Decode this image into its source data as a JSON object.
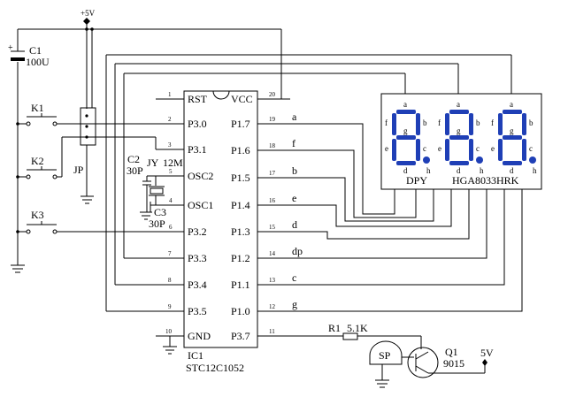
{
  "supply": {
    "top": "+5V",
    "bottom_right": "5V"
  },
  "chip": {
    "ref": "IC1",
    "part": "STC12C1052",
    "left_pins": [
      {
        "num": "1",
        "name": "RST"
      },
      {
        "num": "2",
        "name": "P3.0"
      },
      {
        "num": "3",
        "name": "P3.1"
      },
      {
        "num": "5",
        "name": "OSC2"
      },
      {
        "num": "4",
        "name": "OSC1"
      },
      {
        "num": "6",
        "name": "P3.2"
      },
      {
        "num": "7",
        "name": "P3.3"
      },
      {
        "num": "8",
        "name": "P3.4"
      },
      {
        "num": "9",
        "name": "P3.5"
      },
      {
        "num": "10",
        "name": "GND"
      }
    ],
    "right_pins": [
      {
        "num": "20",
        "name": "VCC",
        "net": ""
      },
      {
        "num": "19",
        "name": "P1.7",
        "net": "a"
      },
      {
        "num": "18",
        "name": "P1.6",
        "net": "f"
      },
      {
        "num": "17",
        "name": "P1.5",
        "net": "b"
      },
      {
        "num": "16",
        "name": "P1.4",
        "net": "e"
      },
      {
        "num": "15",
        "name": "P1.3",
        "net": "d"
      },
      {
        "num": "14",
        "name": "P1.2",
        "net": "dp"
      },
      {
        "num": "13",
        "name": "P1.1",
        "net": "c"
      },
      {
        "num": "12",
        "name": "P1.0",
        "net": "g"
      },
      {
        "num": "11",
        "name": "P3.7",
        "net": ""
      }
    ]
  },
  "components": {
    "c1": {
      "ref": "C1",
      "value": "100U"
    },
    "k1": {
      "ref": "K1"
    },
    "k2": {
      "ref": "K2"
    },
    "k3": {
      "ref": "K3"
    },
    "jp": {
      "ref": "JP"
    },
    "c2": {
      "ref": "C2",
      "value": "30P"
    },
    "c3": {
      "ref": "C3",
      "value": "30P"
    },
    "crystal": {
      "ref": "JY",
      "value": "12M"
    },
    "r1": {
      "ref": "R1",
      "value": "5.1K"
    },
    "q1": {
      "ref": "Q1",
      "value": "9015"
    },
    "speaker": {
      "ref": "SP"
    }
  },
  "display": {
    "label_left": "DPY",
    "label_right": "HGA8033HRK",
    "segment_letters": [
      "a",
      "b",
      "c",
      "d",
      "e",
      "f",
      "g",
      "h"
    ]
  }
}
